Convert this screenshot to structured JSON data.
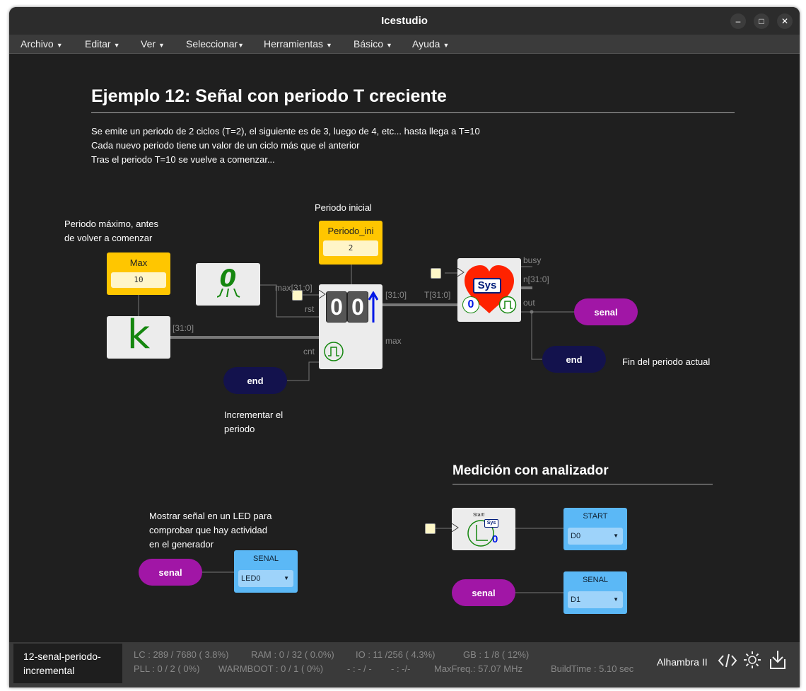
{
  "window": {
    "title": "Icestudio"
  },
  "menu": [
    {
      "label": "Archivo"
    },
    {
      "label": "Editar"
    },
    {
      "label": "Ver"
    },
    {
      "label": "Seleccionar"
    },
    {
      "label": "Herramientas"
    },
    {
      "label": "Básico"
    },
    {
      "label": "Ayuda"
    }
  ],
  "page": {
    "title": "Ejemplo 12: Señal con periodo T creciente",
    "desc1": "Se emite un periodo de 2 ciclos (T=2), el siguiente es de 3, luego de 4, etc... hasta llega a T=10",
    "desc2": "Cada nuevo periodo tiene un valor de un ciclo más que el anterior",
    "desc3": "Tras el periodo T=10 se vuelve a comenzar...",
    "section2": "Medición con analizador"
  },
  "notes": {
    "max1": "Periodo máximo, antes",
    "max2": "de volver a comenzar",
    "ini": "Periodo inicial",
    "inc1": "Incrementar el",
    "inc2": "periodo",
    "fin": "Fin del periodo actual",
    "led1": "Mostrar señal en un LED para",
    "led2": "comprobar que hay actividad",
    "led3": "en el generador"
  },
  "blocks": {
    "max": {
      "label": "Max",
      "value": "10"
    },
    "periodo_ini": {
      "label": "Periodo_ini",
      "value": "2"
    },
    "k_glyph": "k",
    "zero_glyph": "0",
    "counter_digits": [
      "0",
      "0"
    ],
    "sys_label": "Sys",
    "sys_zero": "0",
    "start_label": "Start!",
    "start_sys": "Sys",
    "start_zero": "0"
  },
  "ports": {
    "k_out": "[31:0]",
    "max_in": "max[31:0]",
    "rst": "rst",
    "cnt": "cnt",
    "max_out": "max",
    "cnt_out": "[31:0]",
    "T_in": "T[31:0]",
    "busy": "busy",
    "n": "n[31:0]",
    "out": "out"
  },
  "labels": {
    "senal": "senal",
    "end": "end"
  },
  "io": {
    "start": {
      "label": "START",
      "pin": "D0"
    },
    "senal_d1": {
      "label": "SENAL",
      "pin": "D1"
    },
    "senal_led": {
      "label": "SENAL",
      "pin": "LED0"
    }
  },
  "status": {
    "file1": "12-senal-periodo-",
    "file2": "incremental",
    "lc": "LC : 289 / 7680 ( 3.8%)",
    "ram": "RAM : 0 / 32 ( 0.0%)",
    "io": "IO : 11 /256 ( 4.3%)",
    "gb": "GB : 1 /8 ( 12%)",
    "pll": "PLL : 0 / 2 ( 0%)",
    "warmboot": "WARMBOOT : 0 / 1 ( 0%)",
    "dash1": "- : - / -",
    "dash2": "- : -/-",
    "maxfreq": "MaxFreq.: 57.07 MHz",
    "buildtime": "BuildTime : 5.10 sec",
    "board": "Alhambra II"
  },
  "colors": {
    "constant": "#ffc600",
    "io_block": "#5bb8f6",
    "label_purple": "#a116a6",
    "label_navy": "#13124d"
  }
}
